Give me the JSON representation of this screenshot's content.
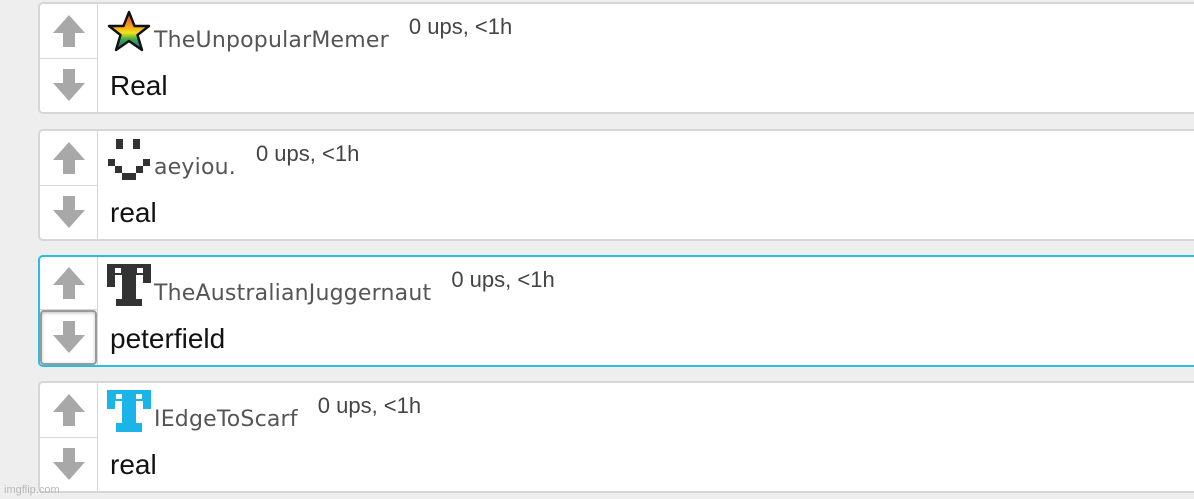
{
  "comments": [
    {
      "username": "TheUnpopularMemer",
      "stats": "0 ups, <1h",
      "text": "Real",
      "avatar_icon": "rainbow-star-icon",
      "upvote_icon": "arrow-up-icon",
      "downvote_icon": "arrow-down-icon"
    },
    {
      "username": "aeyiou.",
      "stats": "0 ups, <1h",
      "text": "real",
      "avatar_icon": "pixel-smiley-icon",
      "upvote_icon": "arrow-up-icon",
      "downvote_icon": "arrow-down-icon"
    },
    {
      "username": "TheAustralianJuggernaut",
      "stats": "0 ups, <1h",
      "text": "peterfield",
      "avatar_icon": "pixel-t-dark-icon",
      "upvote_icon": "arrow-up-icon",
      "downvote_icon": "arrow-down-icon",
      "selected": true
    },
    {
      "username": "IEdgeToScarf",
      "stats": "0 ups, <1h",
      "text": "real",
      "avatar_icon": "pixel-t-cyan-icon",
      "upvote_icon": "arrow-up-icon",
      "downvote_icon": "arrow-down-icon"
    }
  ],
  "colors": {
    "selected_border": "#2cbde3",
    "border": "#d6d6d6",
    "arrow": "#a8a8a8",
    "username": "#555555",
    "avatar_dark": "#333333",
    "avatar_cyan": "#1ab4e8"
  },
  "watermark": "imgflip.com"
}
